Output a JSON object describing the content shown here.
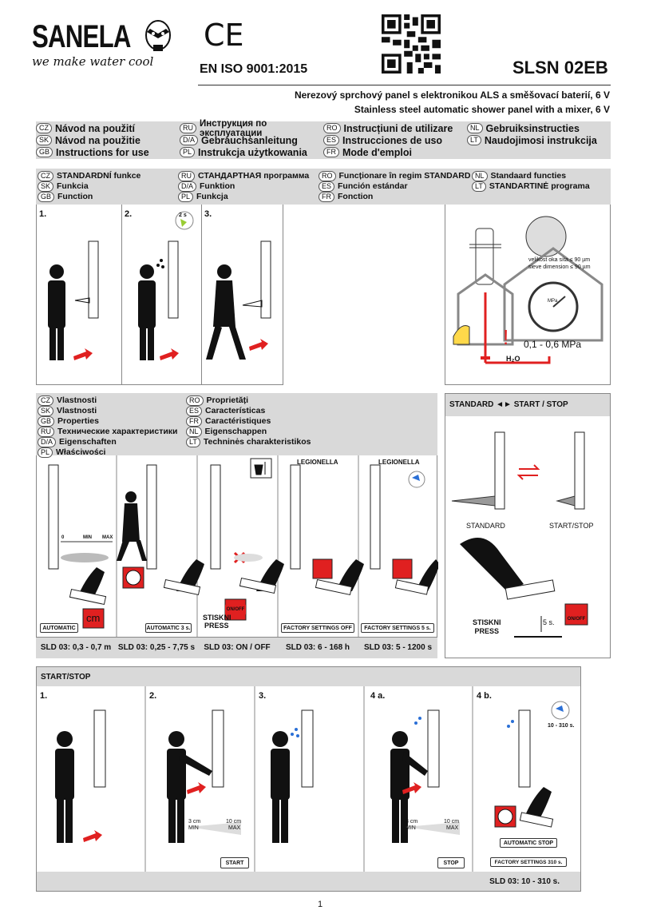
{
  "header": {
    "brand": "SANELA",
    "slogan": "we make water cool",
    "ce_mark": "CE",
    "iso": "EN ISO 9001:2015",
    "model": "SLSN 02EB",
    "subtitle_cz": "Nerezový sprchový panel s elektronikou ALS a směšovací baterií, 6 V",
    "subtitle_en": "Stainless steel automatic shower panel with a mixer, 6 V"
  },
  "languages": [
    {
      "code": "CZ",
      "label": "Návod na použití"
    },
    {
      "code": "RU",
      "label": "Инструкция по эксплуатации"
    },
    {
      "code": "RO",
      "label": "Instrucțiuni de utilizare"
    },
    {
      "code": "NL",
      "label": "Gebruiksinstructies"
    },
    {
      "code": "SK",
      "label": "Návod na použitie"
    },
    {
      "code": "D/A",
      "label": "Gebrauchsanleitung"
    },
    {
      "code": "ES",
      "label": "Instrucciones de uso"
    },
    {
      "code": "LT",
      "label": "Naudojimosi instrukcija"
    },
    {
      "code": "GB",
      "label": "Instructions for use"
    },
    {
      "code": "PL",
      "label": "Instrukcja użytkowania"
    },
    {
      "code": "FR",
      "label": "Mode d'emploi"
    }
  ],
  "function_section": {
    "items": [
      {
        "code": "CZ",
        "label": "STANDARDNÍ funkce"
      },
      {
        "code": "RU",
        "label": "СТАНДАРТНАЯ программа"
      },
      {
        "code": "RO",
        "label": "Funcționare în regim STANDARD"
      },
      {
        "code": "NL",
        "label": "Standaard functies"
      },
      {
        "code": "SK",
        "label": "Funkcia"
      },
      {
        "code": "D/A",
        "label": "Funktion"
      },
      {
        "code": "ES",
        "label": "Función estándar"
      },
      {
        "code": "LT",
        "label": "STANDARTINĖ programa"
      },
      {
        "code": "GB",
        "label": "Function"
      },
      {
        "code": "PL",
        "label": "Funkcja"
      },
      {
        "code": "FR",
        "label": "Fonction"
      }
    ],
    "steps": [
      "1.",
      "2.",
      "3."
    ],
    "timer_label": "2 s"
  },
  "installation": {
    "sieve_cz": "velikost oka síta ≤ 90 µm",
    "sieve_en": "sieve dimension ≤ 90 µm",
    "gauge_unit": "MPa",
    "pressure": "0,1 - 0,6 MPa",
    "water": "H₂O"
  },
  "properties_section": {
    "items": [
      {
        "code": "CZ",
        "label": "Vlastnosti"
      },
      {
        "code": "RO",
        "label": "Proprietăți"
      },
      {
        "code": "SK",
        "label": "Vlastnosti"
      },
      {
        "code": "ES",
        "label": "Características"
      },
      {
        "code": "GB",
        "label": "Properties"
      },
      {
        "code": "FR",
        "label": "Caractéristiques"
      },
      {
        "code": "RU",
        "label": "Технические характеристики"
      },
      {
        "code": "NL",
        "label": "Eigenschappen"
      },
      {
        "code": "D/A",
        "label": "Eigenschaften"
      },
      {
        "code": "LT",
        "label": "Techninės charakteristikos"
      },
      {
        "code": "PL",
        "label": "Właściwości"
      }
    ],
    "panels": [
      {
        "button": "AUTOMATIC",
        "sld": "SLD 03: 0,3 - 0,7 m",
        "scale_0": "0",
        "scale_min": "MIN",
        "scale_max": "MAX",
        "badge": "cm"
      },
      {
        "button": "AUTOMATIC 3 s.",
        "sld": "SLD 03: 0,25 - 7,75 s"
      },
      {
        "button": "ON/OFF",
        "sld": "SLD 03: ON / OFF",
        "press_cz": "STISKNI",
        "press_en": "PRESS"
      },
      {
        "title": "LEGIONELLA",
        "button": "FACTORY SETTINGS OFF",
        "sld": "SLD 03: 6 - 168 h"
      },
      {
        "title": "LEGIONELLA",
        "button": "FACTORY SETTINGS 5 s.",
        "sld": "SLD 03: 5 - 1200 s"
      }
    ]
  },
  "standard_panel": {
    "title": "STANDARD ◄► START / STOP",
    "left_label": "STANDARD",
    "right_label": "START/STOP",
    "press_cz": "STISKNI",
    "press_en": "PRESS",
    "time": "5 s.",
    "button": "ON/OFF"
  },
  "startstop_section": {
    "title": "START/STOP",
    "steps": [
      "1.",
      "2.",
      "3.",
      "4 a.",
      "4 b."
    ],
    "min_cm": "3 cm",
    "max_cm": "10 cm",
    "min": "MIN",
    "max": "MAX",
    "start_button": "START",
    "stop_button": "STOP",
    "range": "10 - 310 s.",
    "auto_stop": "AUTOMATIC STOP",
    "factory": "FACTORY SETTINGS 310 s.",
    "sld": "SLD 03: 10 - 310 s."
  },
  "page_number": "1"
}
